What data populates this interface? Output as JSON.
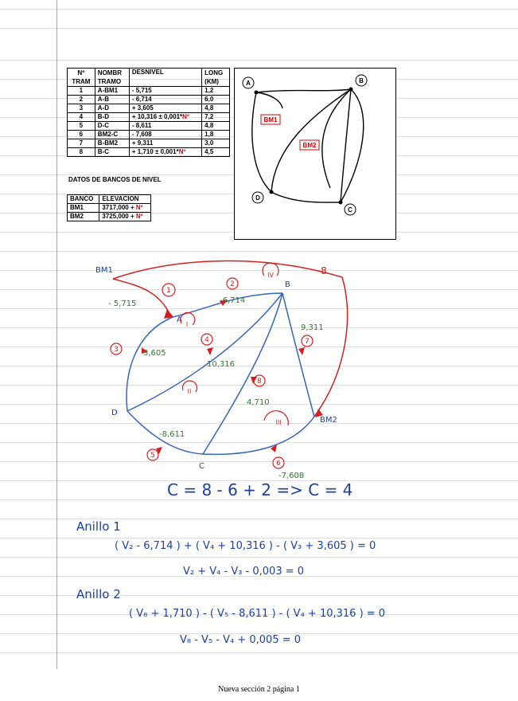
{
  "tramos_table": {
    "headers": [
      "Nº TRAM",
      "NOMBR TRAMO",
      "DESNIVEL",
      "LONG (KM)"
    ],
    "header_lines": {
      "n": [
        "Nº",
        "TRAM"
      ],
      "nombre": [
        "NOMBR",
        "TRAMO"
      ],
      "desnivel": "DESNIVEL",
      "long": [
        "LONG",
        "(KM)"
      ]
    },
    "rows": [
      {
        "n": "1",
        "tramo": "A-BM1",
        "desnivel": "- 5,715",
        "desnivel_extra": "",
        "long": "1,2"
      },
      {
        "n": "2",
        "tramo": "A-B",
        "desnivel": "- 6,714",
        "desnivel_extra": "",
        "long": "6,0"
      },
      {
        "n": "3",
        "tramo": "A-D",
        "desnivel": "+ 3,605",
        "desnivel_extra": "",
        "long": "4,8"
      },
      {
        "n": "4",
        "tramo": "B-D",
        "desnivel": "+ 10,316 ± 0,001*",
        "desnivel_extra": "Nº",
        "long": "7,2"
      },
      {
        "n": "5",
        "tramo": "D-C",
        "desnivel": "- 8,611",
        "desnivel_extra": "",
        "long": "4,8"
      },
      {
        "n": "6",
        "tramo": "BM2-C",
        "desnivel": "- 7,608",
        "desnivel_extra": "",
        "long": "1,8"
      },
      {
        "n": "7",
        "tramo": "B-BM2",
        "desnivel": "+ 9,311",
        "desnivel_extra": "",
        "long": "3,0"
      },
      {
        "n": "8",
        "tramo": "B-C",
        "desnivel": "+ 1,710 ± 0,001*",
        "desnivel_extra": "Nº",
        "long": "4,5"
      }
    ]
  },
  "bancos_title": "DATOS DE BANCOS DE NIVEL",
  "bancos_table": {
    "headers": [
      "BANCO",
      "ELEVACION"
    ],
    "rows": [
      {
        "banco": "BM1",
        "elevacion": "3717,000 + ",
        "extra": "Nº"
      },
      {
        "banco": "BM2",
        "elevacion": "3725,000 + ",
        "extra": "Nº"
      }
    ]
  },
  "diagram": {
    "nodes": [
      "A",
      "B",
      "C",
      "D"
    ],
    "benchmarks": [
      "BM1",
      "BM2"
    ]
  },
  "sketch": {
    "node_labels": {
      "bm1": "BM1",
      "a": "A",
      "b": "B",
      "d": "D",
      "c": "C",
      "bm2": "BM2"
    },
    "tramo_numbers": [
      "1",
      "2",
      "3",
      "4",
      "5",
      "6",
      "7",
      "8"
    ],
    "values": {
      "t1": "- 5,715",
      "t2": "-6,714",
      "t3": "3,605",
      "t4": "10,316",
      "t7": "9,311",
      "t8": "4,710",
      "t5": "-8,611",
      "t6": "-7,608"
    },
    "loops": [
      "IV",
      "I",
      "II",
      "III"
    ]
  },
  "formula_c": "C = 8 - 6 + 2  =>  C = 4",
  "anillo1": {
    "title": "Anillo 1",
    "eq1": "( V₂ - 6,714 ) + ( V₄ + 10,316 ) - ( V₃ + 3,605 ) = 0",
    "eq2": "V₂ + V₄ - V₃ - 0,003 = 0"
  },
  "anillo2": {
    "title": "Anillo 2",
    "eq1": "( V₈ + 1,710 ) - ( V₅ - 8,611 ) - ( V₄ + 10,316 ) = 0",
    "eq2": "V₈ - V₅ - V₄ + 0,005 = 0"
  },
  "footer": "Nueva sección 2 página 1",
  "colors": {
    "ink_blue": "#1b3fa6",
    "ink_red": "#d62020",
    "ink_green": "#2c7a2c",
    "margin": "#ee8888",
    "rule": "#c9e6f5"
  }
}
